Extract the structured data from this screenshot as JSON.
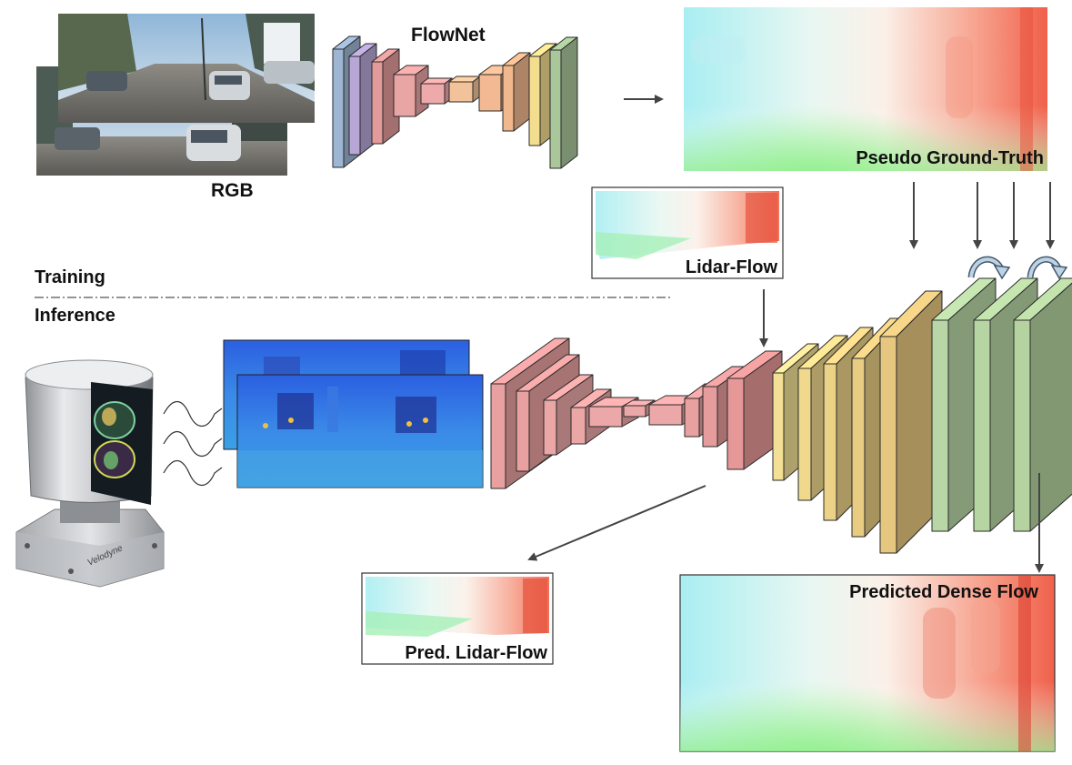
{
  "labels": {
    "flownet": "FlowNet",
    "rgb": "RGB",
    "pseudo_gt": "Pseudo Ground-Truth",
    "lidar_flow": "Lidar-Flow",
    "training": "Training",
    "inference": "Inference",
    "predicted_dense_flow": "Predicted Dense Flow",
    "pred_lidar_flow": "Pred. Lidar-Flow"
  },
  "sensor": {
    "brand": "Velodyne"
  },
  "colors": {
    "flow_cyan": "#a9eef2",
    "flow_green": "#b7f0b0",
    "flow_white": "#fbfbf7",
    "flow_red": "#f06048",
    "depth_blue": "#2f6ee8",
    "encoder_red": "#e6a3a3",
    "decoder_yellow": "#f2e09a",
    "refine_green": "#b9d8a5"
  }
}
